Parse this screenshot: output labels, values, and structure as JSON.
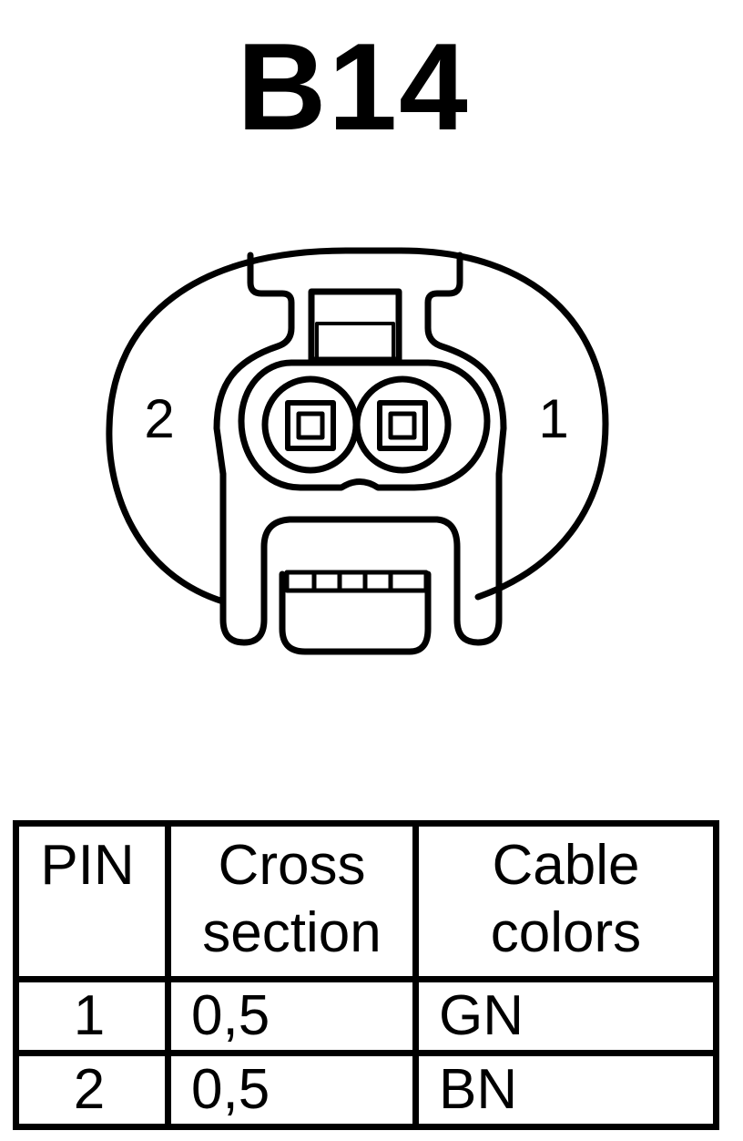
{
  "title": "B14",
  "connector": {
    "pin_left_label": "2",
    "pin_right_label": "1"
  },
  "table": {
    "headers": [
      "PIN",
      "Cross\nsection",
      "Cable\ncolors"
    ],
    "rows": [
      [
        "1",
        "0,5",
        "GN"
      ],
      [
        "2",
        "0,5",
        "BN"
      ]
    ]
  }
}
